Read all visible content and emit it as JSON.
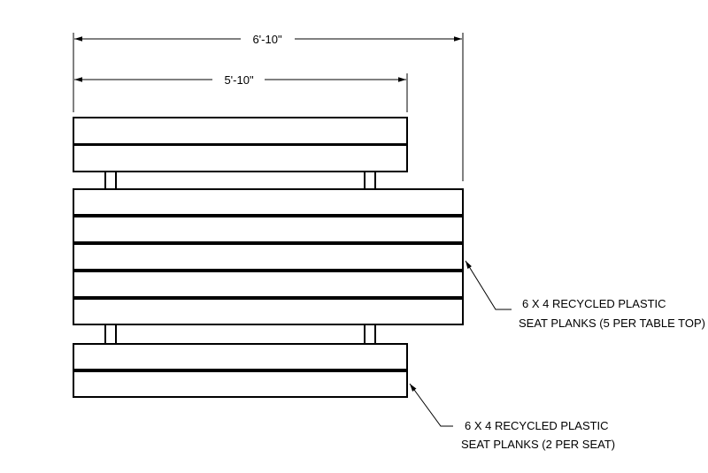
{
  "dimensions": {
    "overall_length": "6'-10\"",
    "seat_length": "5'-10\""
  },
  "callouts": {
    "table_top": {
      "line1": "6 X 4 RECYCLED PLASTIC",
      "line2": "SEAT PLANKS (5 PER TABLE TOP)"
    },
    "seat": {
      "line1": "6 X 4 RECYCLED PLASTIC",
      "line2": "SEAT PLANKS (2 PER SEAT)"
    }
  },
  "counts": {
    "table_top_planks": 5,
    "seat_planks_each": 2
  },
  "colors": {
    "stroke": "#000000",
    "background": "#ffffff"
  }
}
